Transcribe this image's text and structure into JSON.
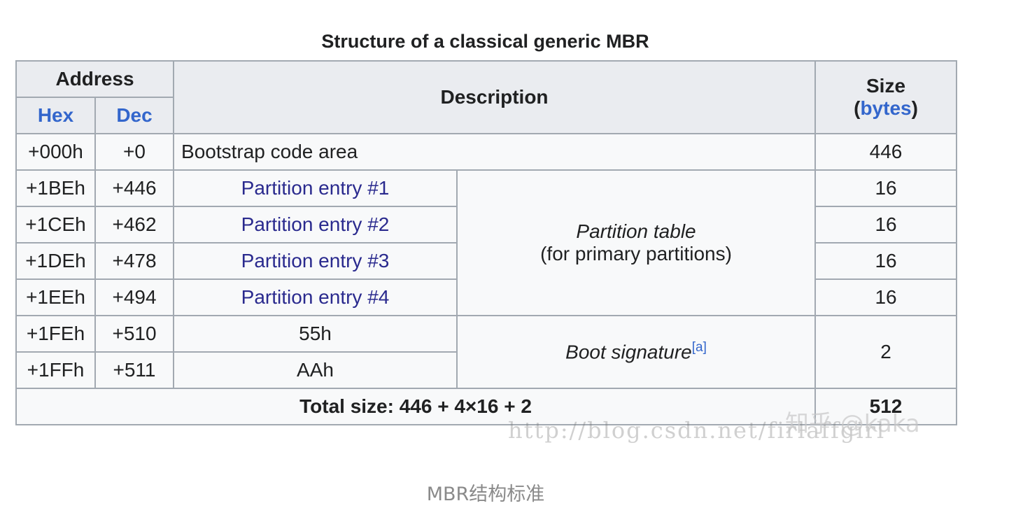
{
  "table_title": "Structure of a classical generic MBR",
  "headers": {
    "address": "Address",
    "hex": "Hex",
    "dec": "Dec",
    "description": "Description",
    "size_label": "Size",
    "size_open_paren": "(",
    "size_unit_link": "bytes",
    "size_close_paren": ")"
  },
  "rows": [
    {
      "hex": "+000h",
      "dec": "+0",
      "desc": "Bootstrap code area",
      "size": "446"
    },
    {
      "hex": "+1BEh",
      "dec": "+446",
      "desc": "Partition entry #1",
      "size": "16"
    },
    {
      "hex": "+1CEh",
      "dec": "+462",
      "desc": "Partition entry #2",
      "size": "16"
    },
    {
      "hex": "+1DEh",
      "dec": "+478",
      "desc": "Partition entry #3",
      "size": "16"
    },
    {
      "hex": "+1EEh",
      "dec": "+494",
      "desc": "Partition entry #4",
      "size": "16"
    },
    {
      "hex": "+1FEh",
      "dec": "+510",
      "desc": "55h"
    },
    {
      "hex": "+1FFh",
      "dec": "+511",
      "desc": "AAh"
    }
  ],
  "partition_table": {
    "line1": "Partition table",
    "line2": "(for primary partitions)"
  },
  "boot_signature": {
    "label": "Boot signature",
    "footnote": "[a]",
    "size": "2"
  },
  "total": {
    "label": "Total size: 446 + 4×16 + 2",
    "value": "512"
  },
  "watermarks": {
    "url": "http://blog.csdn.net/firlaffgirl",
    "zhihu": "知乎 @kaka"
  },
  "figure_caption": "MBR结构标准"
}
